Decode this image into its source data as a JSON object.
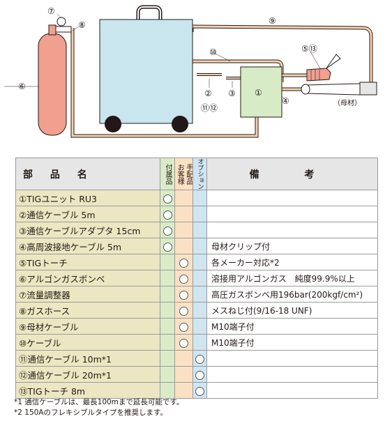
{
  "diagram": {
    "labels": {
      "n1": "①",
      "n2": "②",
      "n3": "③",
      "n4": "④",
      "n5_13": "⑤⑬",
      "n6": "⑥",
      "n7": "⑦",
      "n8": "⑧",
      "n9": "⑨",
      "n10": "⑩",
      "n11_12": "⑪⑫",
      "base_metal": "（母材）"
    },
    "colors": {
      "welder_body": "#c9e6ee",
      "tig_unit": "#d6ebc6",
      "gas_cylinder": "#f1a08f",
      "cable": "#f5d2b0",
      "outline": "#231815"
    }
  },
  "table": {
    "headers": {
      "name": "部 品 名",
      "supplied": "付属品",
      "customer_line1": "お客様",
      "customer_line2": "手配品",
      "option": "オプション",
      "remarks": "備 考"
    },
    "rows": [
      {
        "name": "①TIGユニット RU3",
        "supplied": true,
        "customer": false,
        "option": false,
        "remark": ""
      },
      {
        "name": "②通信ケーブル 5m",
        "supplied": true,
        "customer": false,
        "option": false,
        "remark": ""
      },
      {
        "name": "③通信ケーブルアダプタ 15cm",
        "supplied": true,
        "customer": false,
        "option": false,
        "remark": ""
      },
      {
        "name": "④高周波接地ケーブル 5m",
        "supplied": true,
        "customer": false,
        "option": false,
        "remark": "母材クリップ付"
      },
      {
        "name": "⑤TIGトーチ",
        "supplied": false,
        "customer": true,
        "option": false,
        "remark": "各メーカー対応*2"
      },
      {
        "name": "⑥アルゴンガスボンベ",
        "supplied": false,
        "customer": true,
        "option": false,
        "remark": "溶接用アルゴンガス　純度99.9%以上"
      },
      {
        "name": "⑦流量調整器",
        "supplied": false,
        "customer": true,
        "option": false,
        "remark": "高圧ガスボンベ用196bar(200kgf/cm²)"
      },
      {
        "name": "⑧ガスホース",
        "supplied": false,
        "customer": true,
        "option": false,
        "remark": "メスねじ付(9/16-18 UNF)"
      },
      {
        "name": "⑨母材ケーブル",
        "supplied": false,
        "customer": true,
        "option": false,
        "remark": "M10端子付"
      },
      {
        "name": "⑩ケーブル",
        "supplied": false,
        "customer": true,
        "option": false,
        "remark": "M10端子付"
      },
      {
        "name": "⑪通信ケーブル 10m*1",
        "supplied": false,
        "customer": false,
        "option": true,
        "remark": ""
      },
      {
        "name": "⑫通信ケーブル 20m*1",
        "supplied": false,
        "customer": false,
        "option": true,
        "remark": ""
      },
      {
        "name": "⑬TIGトーチ 8m",
        "supplied": false,
        "customer": false,
        "option": true,
        "remark": ""
      }
    ]
  },
  "notes": [
    "*1 通信ケーブルは、最長100mまで延長可能です。",
    "*2 150Aのフレキシブルタイプを推奨します。"
  ]
}
